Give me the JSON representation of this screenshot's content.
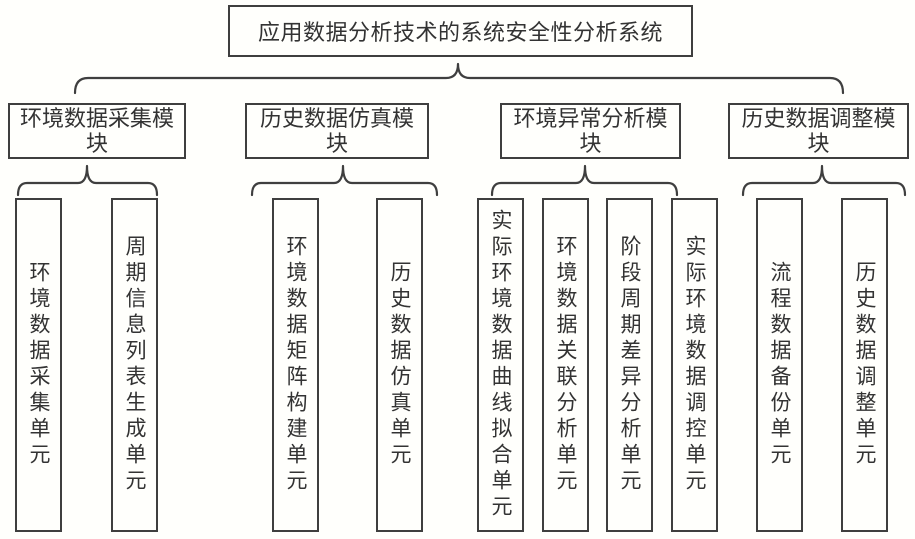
{
  "diagram": {
    "title": "应用数据分析技术的系统安全性分析系统",
    "modules": [
      {
        "label": "环境数据采集模块",
        "units": [
          "环境数据采集单元",
          "周期信息列表生成单元"
        ]
      },
      {
        "label": "历史数据仿真模块",
        "units": [
          "环境数据矩阵构建单元",
          "历史数据仿真单元"
        ]
      },
      {
        "label": "环境异常分析模块",
        "units": [
          "实际环境数据曲线拟合单元",
          "环境数据关联分析单元",
          "阶段周期差异分析单元",
          "实际环境数据调控单元"
        ]
      },
      {
        "label": "历史数据调整模块",
        "units": [
          "流程数据备份单元",
          "历史数据调整单元"
        ]
      }
    ],
    "colors": {
      "line": "#3f3f3f",
      "background": "#fffffc",
      "text": "#333333"
    }
  }
}
